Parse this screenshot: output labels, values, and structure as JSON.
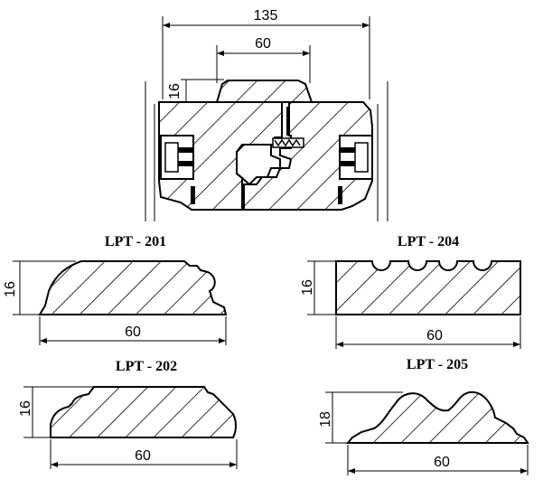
{
  "assembly": {
    "overall_width": "135",
    "top_width": "60",
    "top_height": "16"
  },
  "profiles": [
    {
      "label": "LPT - 201",
      "width": "60",
      "height": "16"
    },
    {
      "label": "LPT - 204",
      "width": "60",
      "height": "16"
    },
    {
      "label": "LPT - 202",
      "width": "60",
      "height": "16"
    },
    {
      "label": "LPT - 205",
      "width": "60",
      "height": "18"
    }
  ],
  "colors": {
    "line": "#000000",
    "background": "#ffffff"
  }
}
